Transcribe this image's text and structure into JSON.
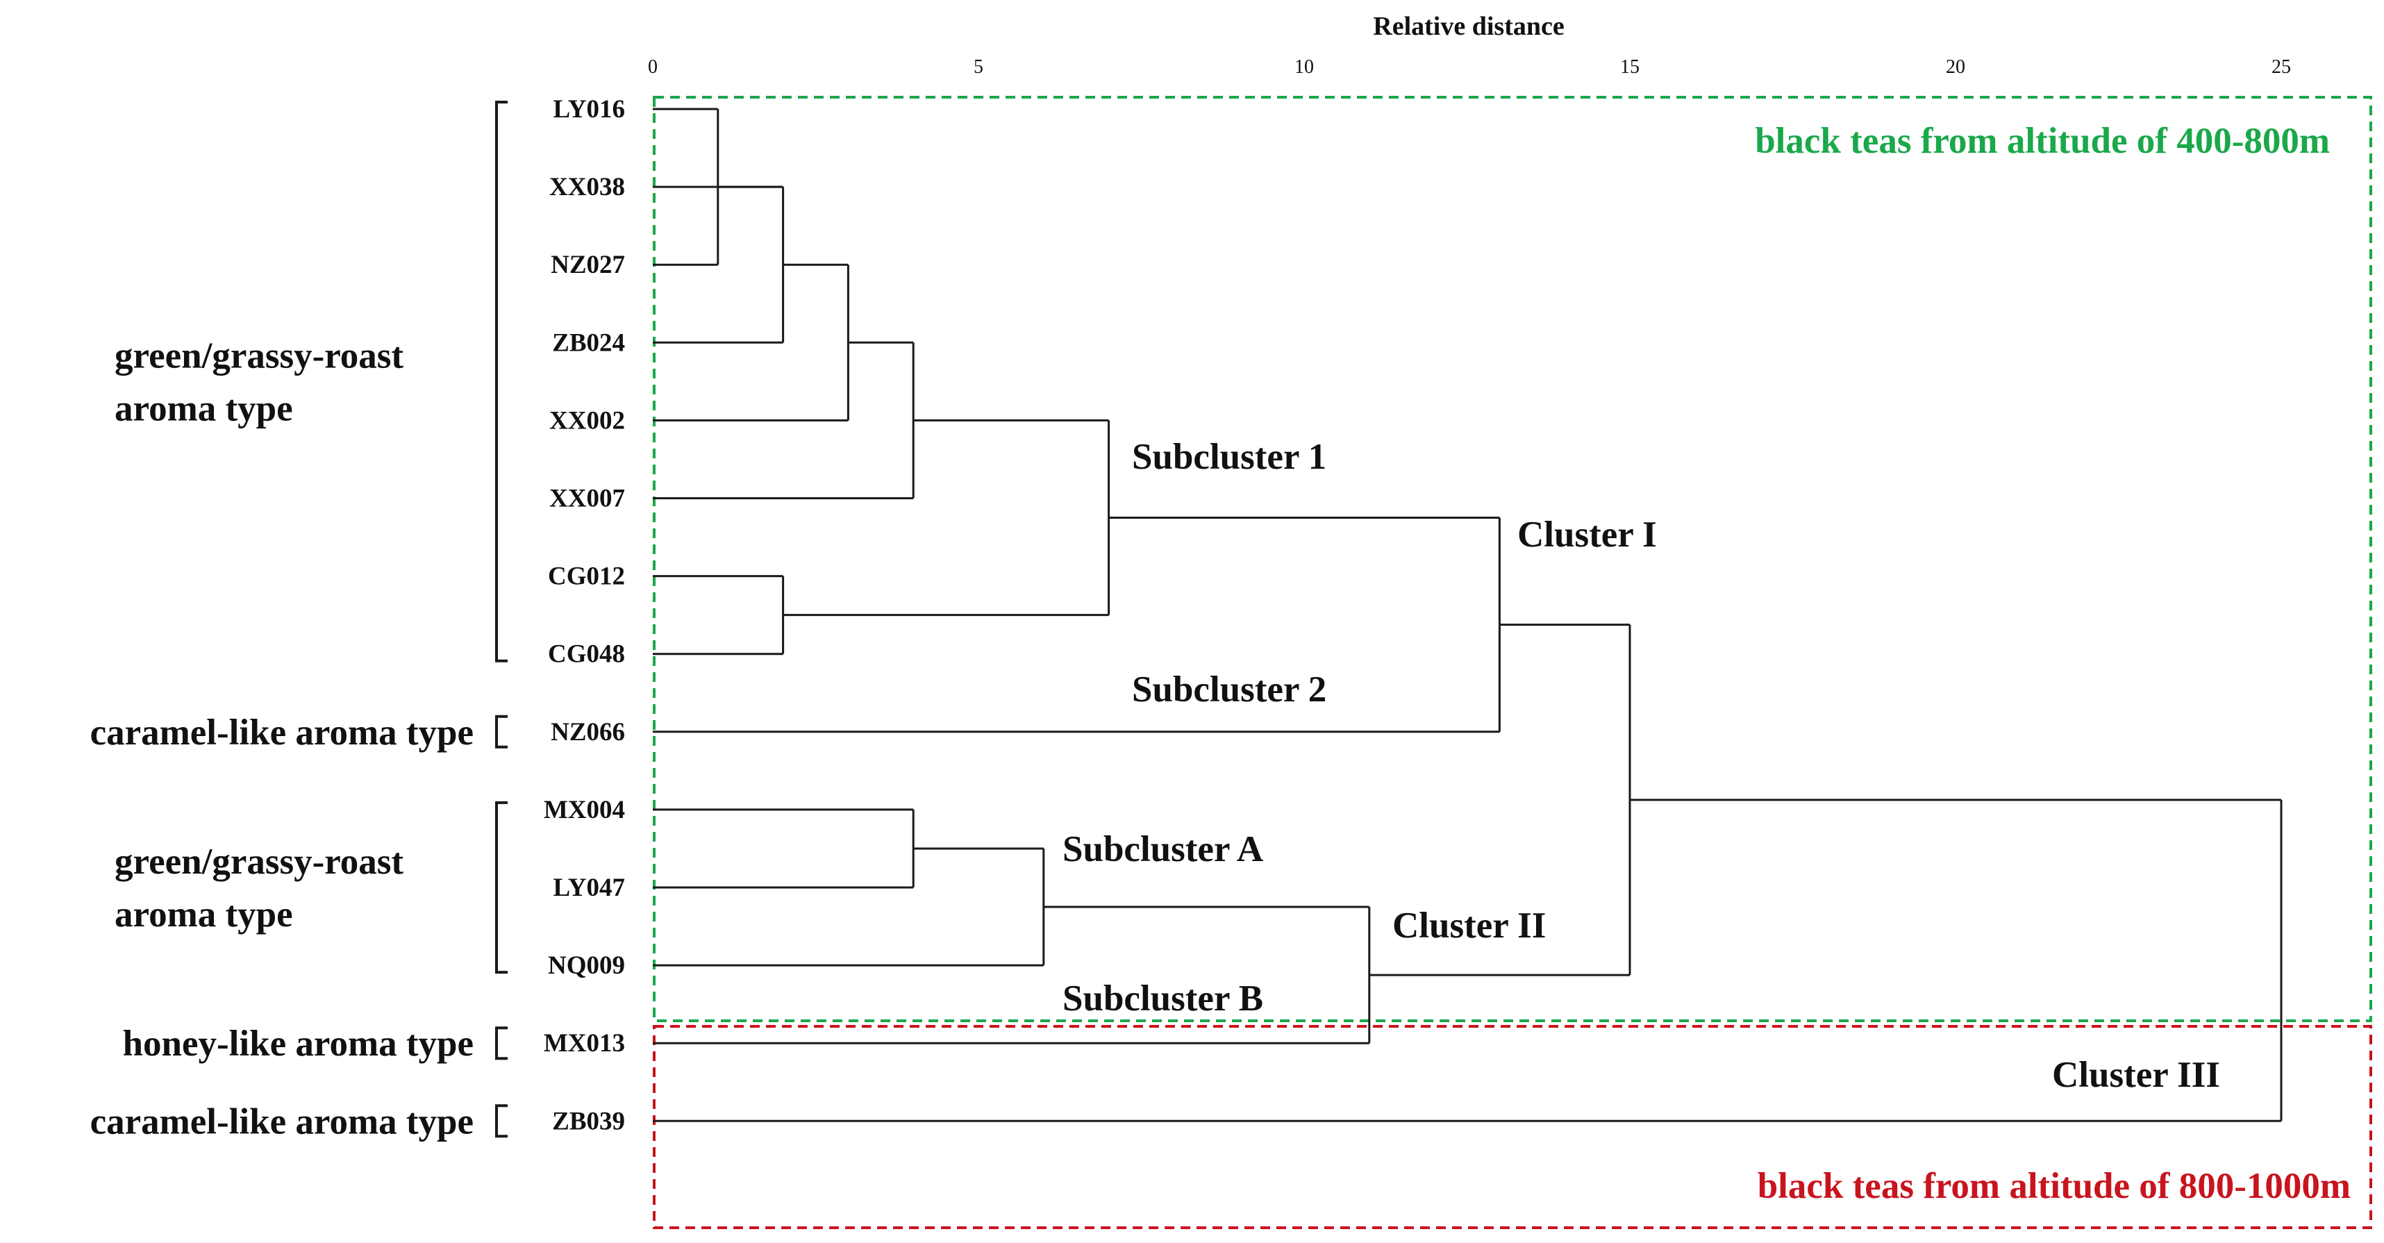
{
  "chart_data": {
    "type": "dendrogram",
    "xlabel": "Relative distance",
    "xlim": [
      0,
      25
    ],
    "xticks": [
      0,
      5,
      10,
      15,
      20,
      25
    ],
    "leaves": [
      "LY016",
      "XX038",
      "NZ027",
      "ZB024",
      "XX002",
      "XX007",
      "CG012",
      "CG048",
      "NZ066",
      "MX004",
      "LY047",
      "NQ009",
      "MX013",
      "ZB039"
    ],
    "merges": [
      {
        "id": "m1",
        "children": [
          "LY016",
          "NZ027"
        ],
        "distance": 1
      },
      {
        "id": "m2",
        "children": [
          "XX038",
          "m1"
        ],
        "distance": 2
      },
      {
        "id": "m3",
        "children": [
          "ZB024",
          "m2"
        ],
        "distance": 2
      },
      {
        "id": "m4",
        "children": [
          "m3",
          "XX002"
        ],
        "distance": 3
      },
      {
        "id": "m5",
        "children": [
          "m4",
          "XX007"
        ],
        "distance": 4
      },
      {
        "id": "m6",
        "children": [
          "CG012",
          "CG048"
        ],
        "distance": 2
      },
      {
        "id": "m7",
        "children": [
          "m5",
          "m6"
        ],
        "distance": 7
      },
      {
        "id": "m8",
        "children": [
          "m7",
          "NZ066"
        ],
        "distance": 13
      },
      {
        "id": "m9",
        "children": [
          "MX004",
          "LY047"
        ],
        "distance": 4
      },
      {
        "id": "m10",
        "children": [
          "m9",
          "NQ009"
        ],
        "distance": 6
      },
      {
        "id": "m11",
        "children": [
          "m10",
          "MX013"
        ],
        "distance": 11
      },
      {
        "id": "m12",
        "children": [
          "m8",
          "m11"
        ],
        "distance": 15
      },
      {
        "id": "m13",
        "children": [
          "m12",
          "ZB039"
        ],
        "distance": 25
      }
    ],
    "cluster_labels": {
      "subcluster_1": "Subcluster 1",
      "subcluster_2": "Subcluster 2",
      "cluster_1": "Cluster I",
      "subcluster_a": "Subcluster A",
      "subcluster_b": "Subcluster B",
      "cluster_2": "Cluster II",
      "cluster_3": "Cluster III"
    },
    "aroma_groups": [
      {
        "label_lines": [
          "green/grassy-roast",
          "aroma type"
        ],
        "from_leaf": "LY016",
        "to_leaf": "CG048"
      },
      {
        "label_lines": [
          "caramel-like aroma type"
        ],
        "from_leaf": "NZ066",
        "to_leaf": "NZ066"
      },
      {
        "label_lines": [
          "green/grassy-roast",
          "aroma type"
        ],
        "from_leaf": "MX004",
        "to_leaf": "NQ009"
      },
      {
        "label_lines": [
          "honey-like aroma type"
        ],
        "from_leaf": "MX013",
        "to_leaf": "MX013"
      },
      {
        "label_lines": [
          "caramel-like aroma type"
        ],
        "from_leaf": "ZB039",
        "to_leaf": "ZB039"
      }
    ],
    "regions": [
      {
        "label": "black teas from altitude of 400-800m",
        "color": "#1aa84a",
        "from_leaf": "LY016",
        "to_leaf": "NQ009"
      },
      {
        "label": "black teas  from altitude of 800-1000m",
        "color": "#c8141e",
        "from_leaf": "MX013",
        "to_leaf": "ZB039"
      }
    ]
  }
}
